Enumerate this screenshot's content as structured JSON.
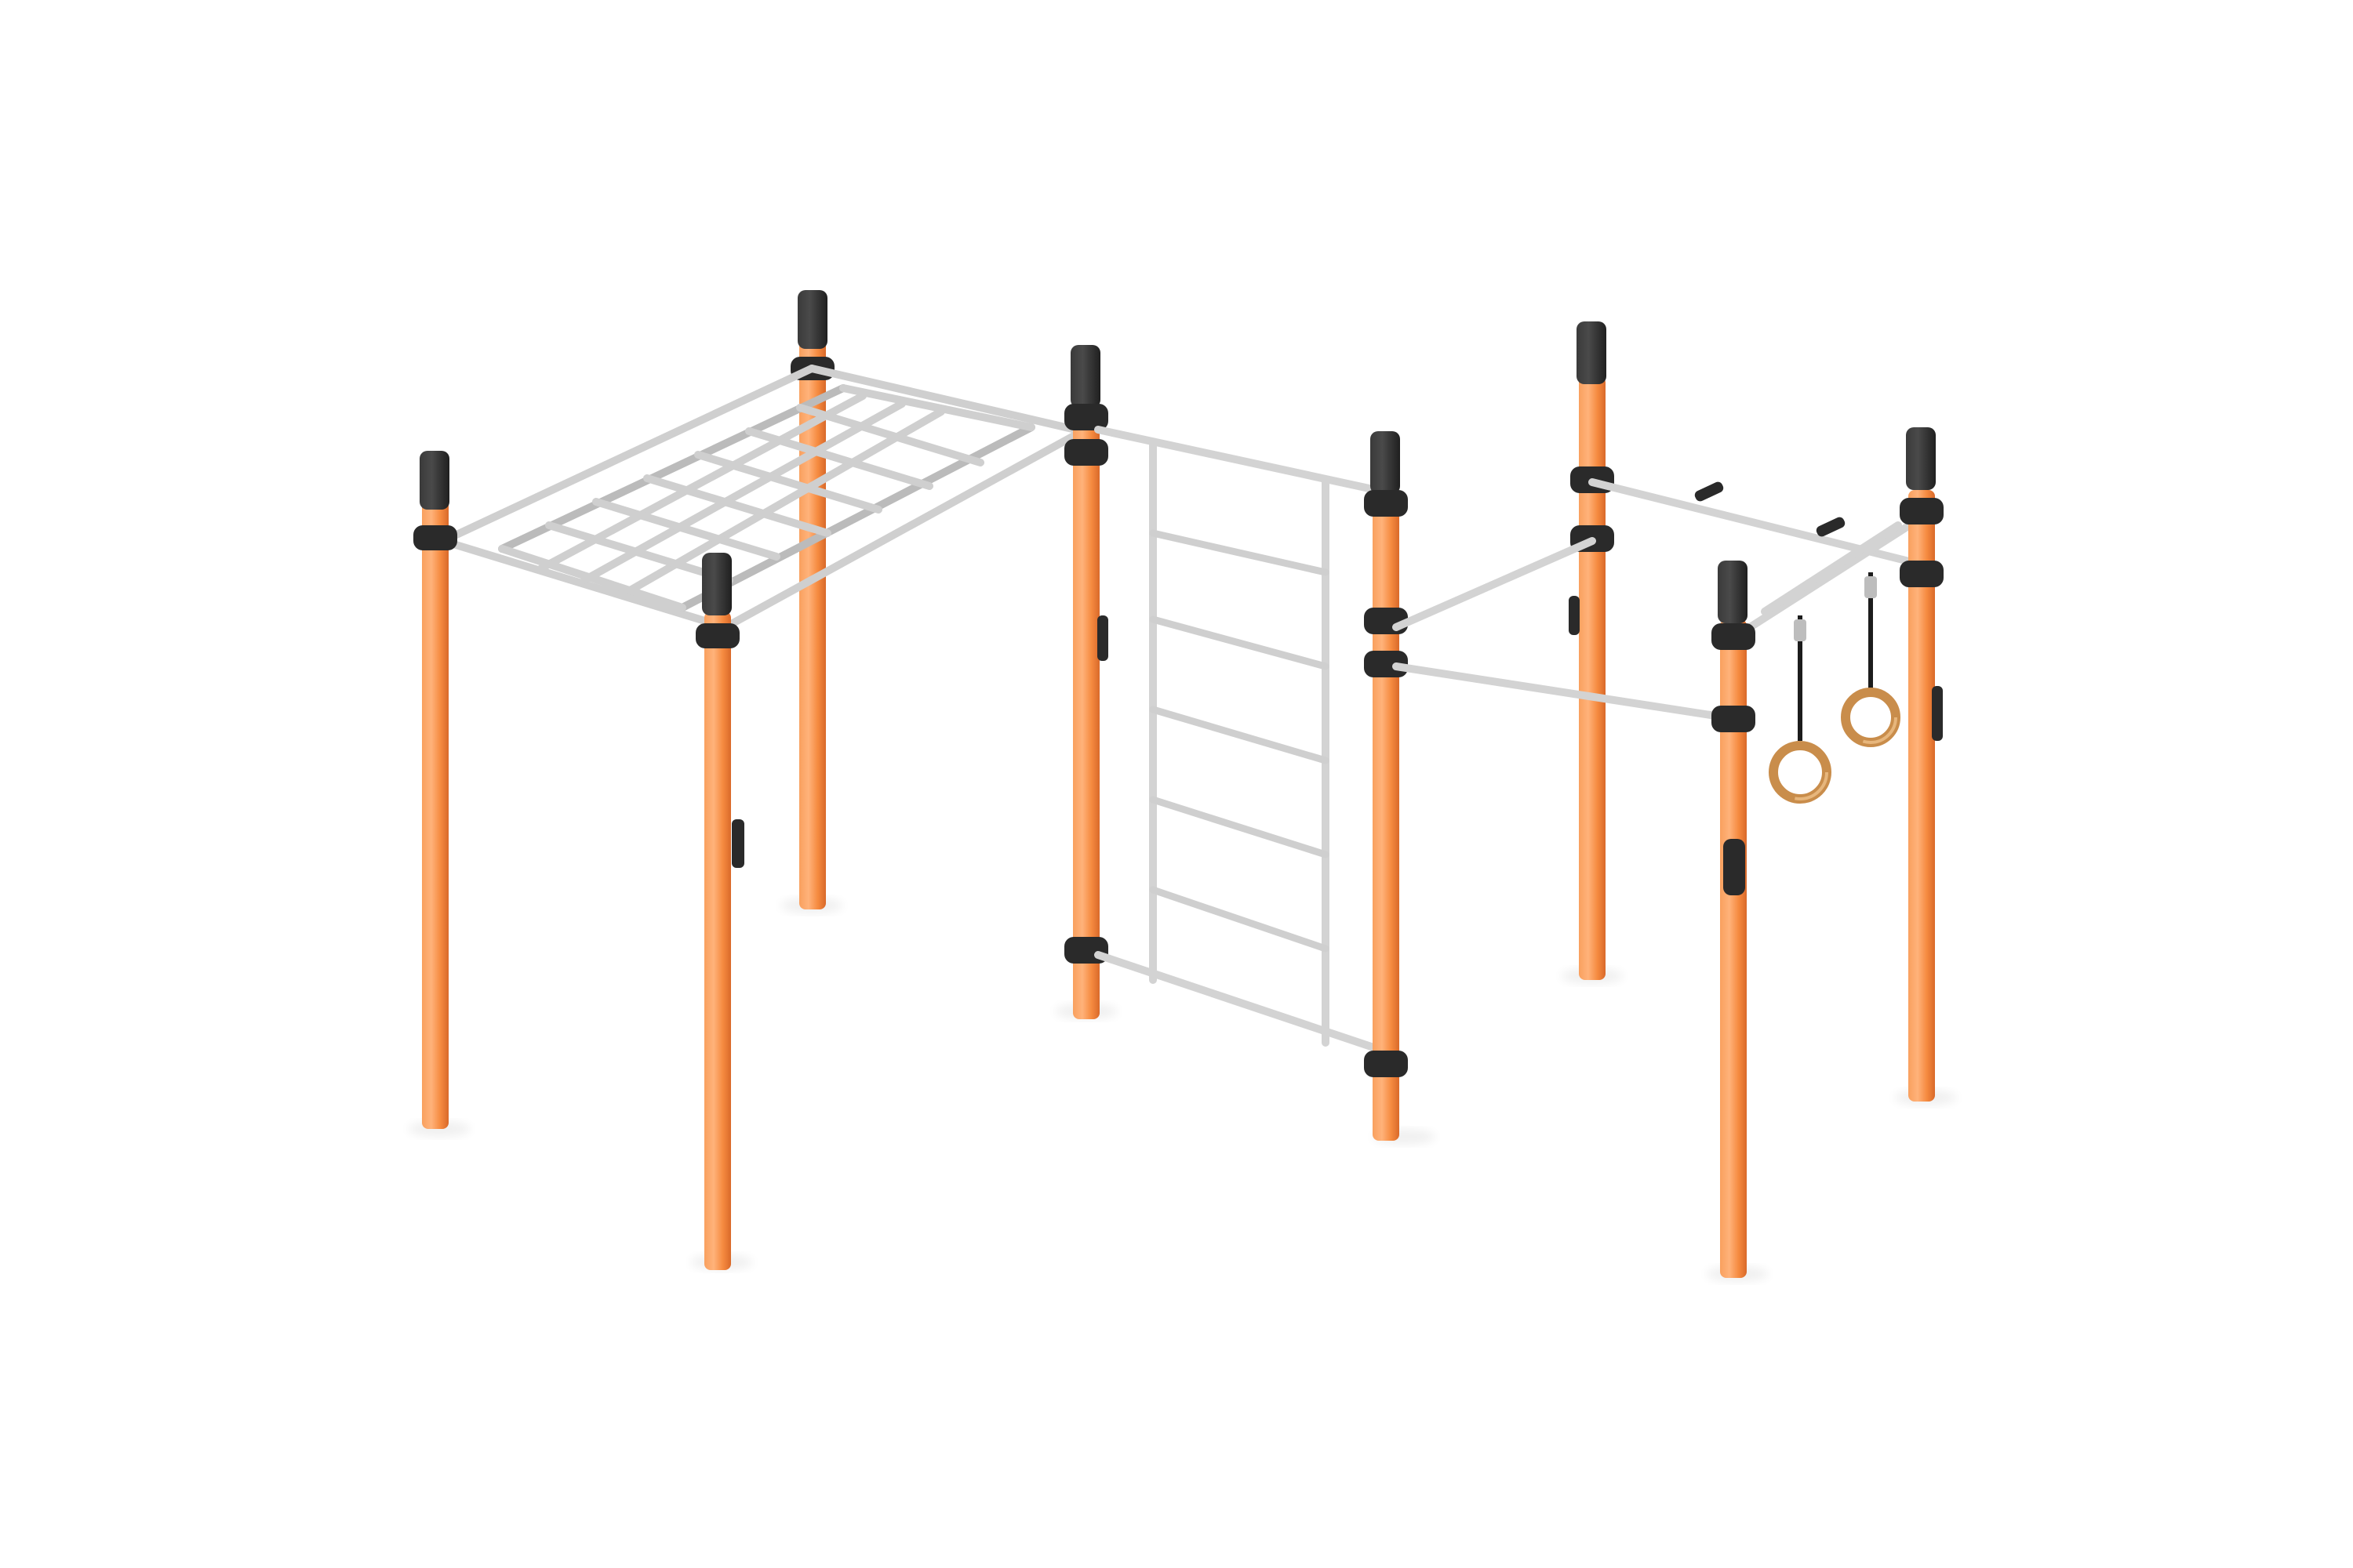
{
  "scene": {
    "subject": "outdoor-calisthenics-workout-station",
    "background_color": "#ffffff",
    "colors": {
      "post_orange": "#f58a3f",
      "post_highlight": "#ffb27a",
      "post_shadow": "#d9692a",
      "cap_black": "#2a2a2a",
      "cap_highlight": "#4a4a4a",
      "bar_steel": "#d9d9d9",
      "bar_steel_dark": "#a8a8a8",
      "ring_wood": "#c98d4b",
      "ring_wood_light": "#e7b67c",
      "strap_black": "#1c1c1c"
    },
    "components": [
      "monkey-bars",
      "wall-ladder",
      "pull-up-bars",
      "gymnastic-rings"
    ]
  }
}
